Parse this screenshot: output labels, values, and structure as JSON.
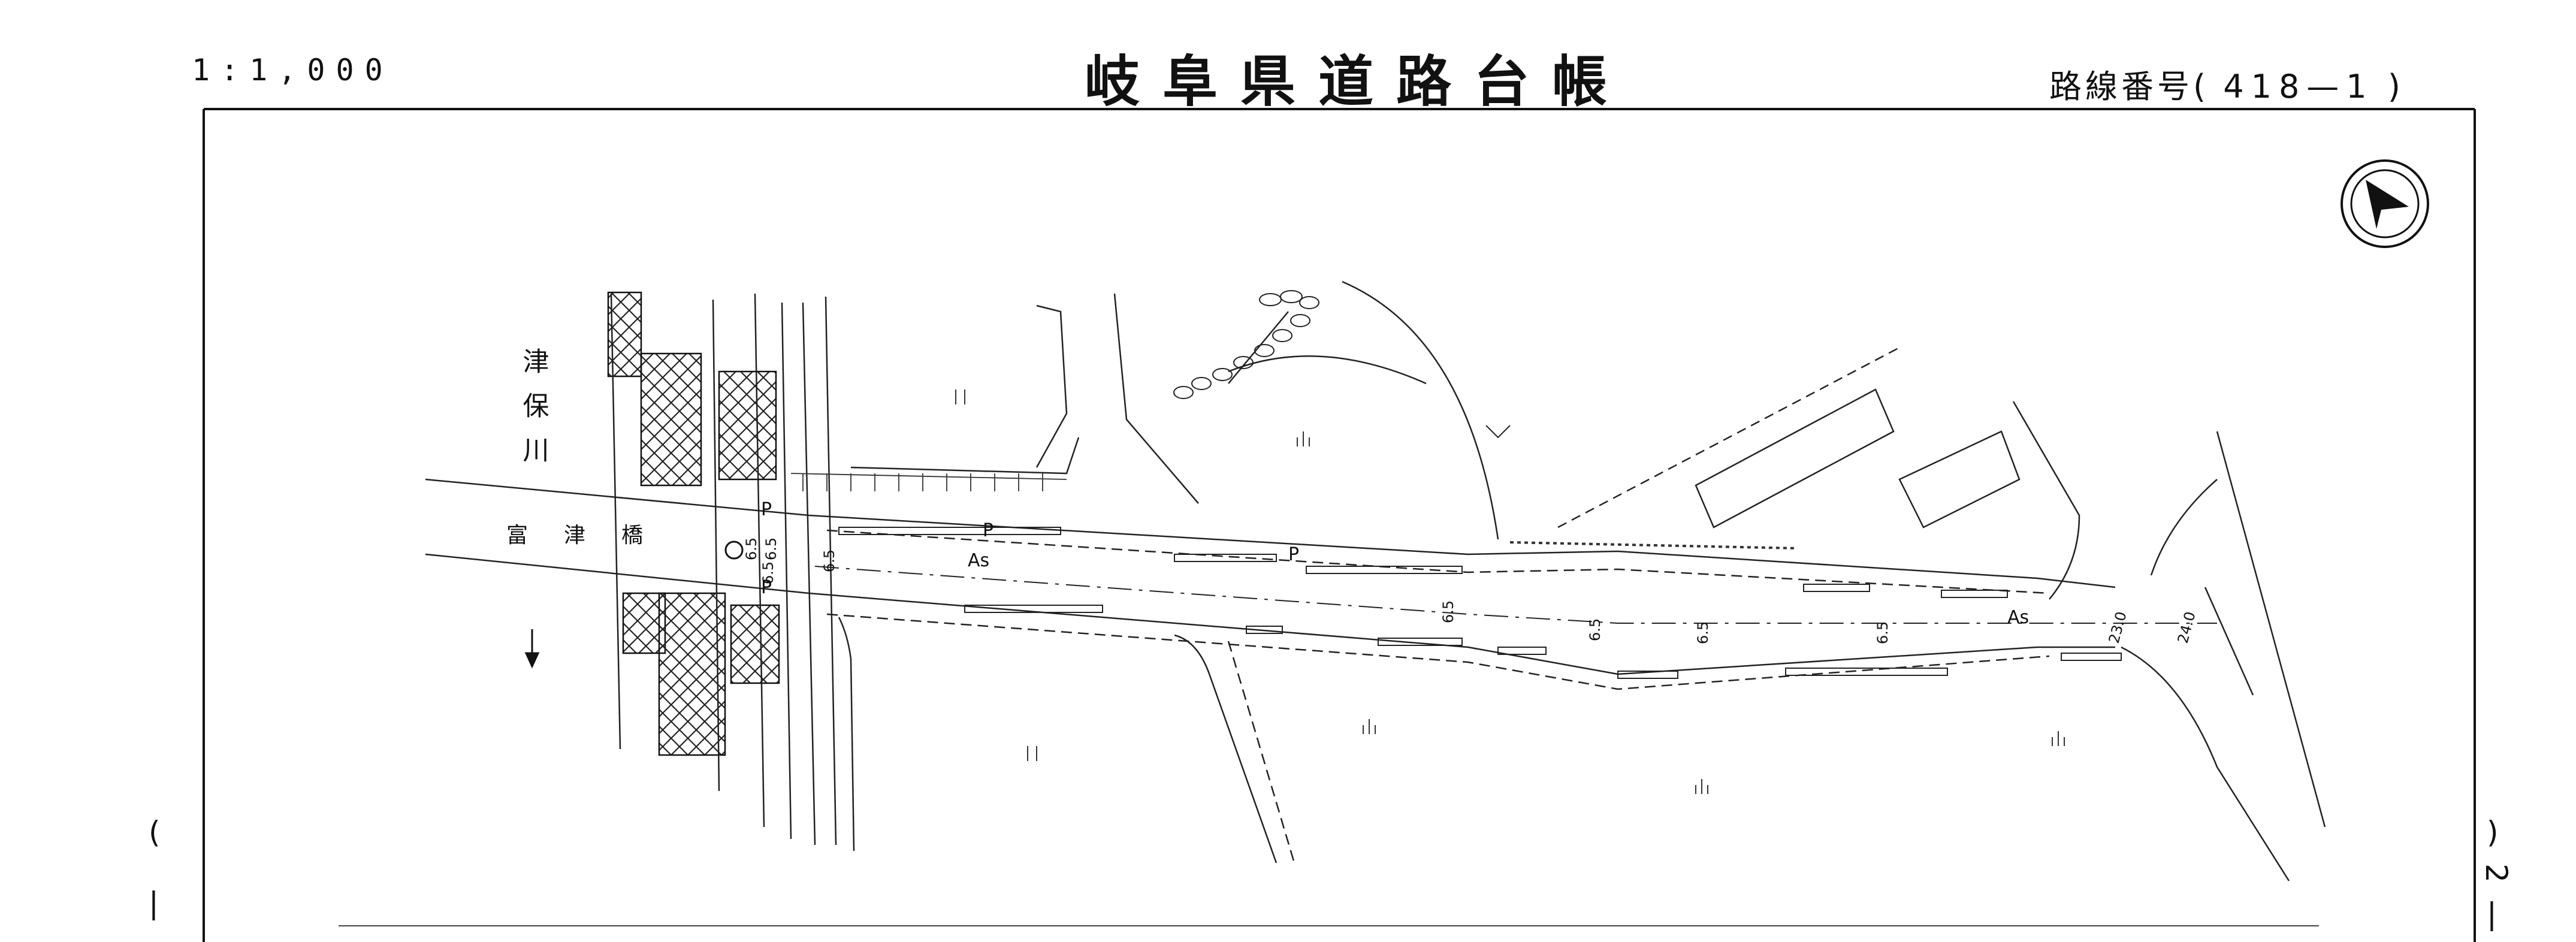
{
  "header": {
    "scale": "1:1,000",
    "title": "岐阜県道路台帳",
    "route_label": "路線番号",
    "route_number": "418—1"
  },
  "map": {
    "river_name": "津保川",
    "bridge_name": "富津橋",
    "surface_label": "As",
    "parking_label": "P",
    "widths": [
      "6.5",
      "6.5",
      "6.5",
      "6.5",
      "6.5",
      "6.5",
      "6.5",
      "6.5"
    ],
    "chainage": [
      "23.0",
      "24.0"
    ],
    "north_arrow": "north-arrow-icon"
  },
  "side": {
    "left_marks": [
      "(",
      "|"
    ],
    "right_marks": [
      ")",
      "2",
      "|"
    ]
  }
}
